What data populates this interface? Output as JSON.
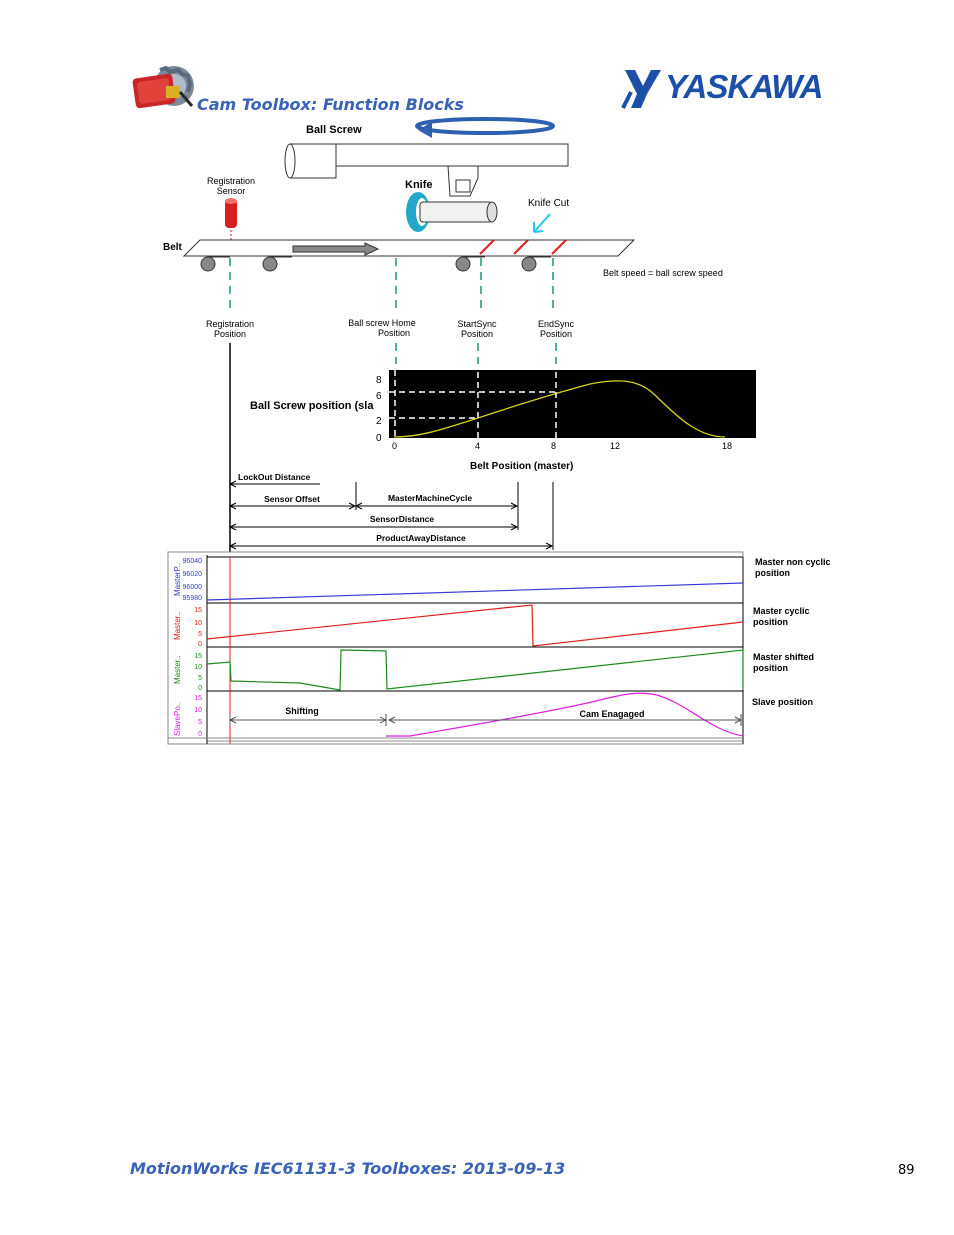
{
  "header": {
    "title": "Cam Toolbox: Function Blocks",
    "brand": "YASKAWA"
  },
  "figure": {
    "ball_screw_label": "Ball Screw",
    "knife_label": "Knife",
    "knife_cut_label": "Knife Cut",
    "registration_sensor_label": [
      "Registration",
      "Sensor"
    ],
    "belt_label": "Belt",
    "belt_speed_note": "Belt speed = ball screw speed",
    "positions": {
      "registration": [
        "Registration",
        "Position"
      ],
      "ball_screw_home": [
        "Ball screw Home",
        "Position"
      ],
      "start_sync": [
        "StartSync",
        "Position"
      ],
      "end_sync": [
        "EndSync",
        "Position"
      ]
    },
    "cam_chart": {
      "ylabel": "Ball Screw position (sla",
      "xlabel": "Belt Position (master)",
      "y_ticks": [
        "8",
        "6",
        "2",
        "0"
      ],
      "x_ticks": [
        "0",
        "4",
        "8",
        "12",
        "18"
      ]
    },
    "distances": {
      "lockout": "LockOut Distance",
      "sensor_offset": "Sensor Offset",
      "master_machine_cycle": "MasterMachineCycle",
      "sensor_distance": "SensorDistance",
      "product_away": "ProductAwayDistance"
    },
    "scope": {
      "panels": [
        {
          "axis_name": "MasterP..",
          "ticks": [
            "96040",
            "96020",
            "96000",
            "95980"
          ],
          "color": "#3a3ad8",
          "desc": [
            "Master non cyclic",
            "position"
          ]
        },
        {
          "axis_name": "Master..",
          "ticks": [
            "15",
            "10",
            "5",
            "0"
          ],
          "color": "#e02020",
          "desc": [
            "Master cyclic",
            "position"
          ]
        },
        {
          "axis_name": "Master..",
          "ticks": [
            "15",
            "10",
            "5",
            "0"
          ],
          "color": "#1e8a1e",
          "desc": [
            "Master shifted",
            "position"
          ]
        },
        {
          "axis_name": "SlavePo..",
          "ticks": [
            "15",
            "10",
            "5",
            "0"
          ],
          "color": "#e020e0",
          "desc": [
            "Slave position"
          ]
        }
      ],
      "shifting_label": "Shifting",
      "cam_engaged_label": "Cam Enagaged"
    }
  },
  "footer": {
    "title": "MotionWorks IEC61131-3 Toolboxes: 2013-09-13",
    "page_number": "89"
  },
  "colors": {
    "header_blue": "#3a63b8",
    "yaskawa_blue": "#1c4fa8",
    "cam_curve": "#d4d41a",
    "sync_mark": "#e02020",
    "guide_green": "#1a9a6a"
  }
}
